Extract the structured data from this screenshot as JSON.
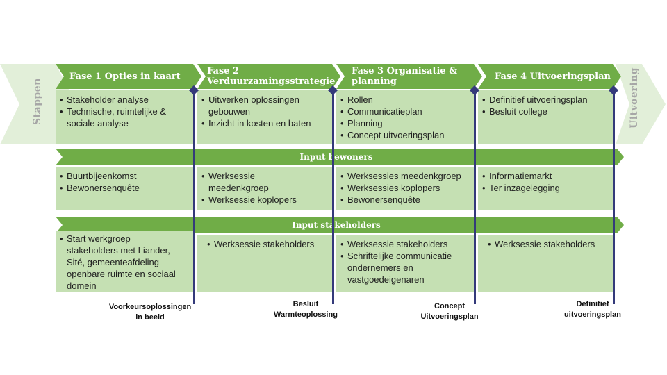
{
  "side_labels": {
    "left": "Stappen",
    "right": "Uitvoering"
  },
  "phases": [
    {
      "title": "Fase 1 Opties in kaart",
      "items": [
        "Stakeholder analyse",
        "Technische, ruimtelijke & sociale analyse"
      ]
    },
    {
      "title": "Fase 2\nVerduurzamingsstrategie",
      "items": [
        "Uitwerken oplossingen gebouwen",
        "Inzicht in kosten en baten"
      ]
    },
    {
      "title": "Fase 3 Organisatie &\nplanning",
      "items": [
        "Rollen",
        "Communicatieplan",
        "Planning",
        "Concept uitvoeringsplan"
      ]
    },
    {
      "title": "Fase 4 Uitvoeringsplan",
      "items": [
        "Definitief uitvoeringsplan",
        "Besluit college"
      ]
    }
  ],
  "bands": [
    {
      "title": "Input bewoners",
      "cells": [
        [
          "Buurtbijeenkomst",
          "Bewonersenquête"
        ],
        [
          "Werksessie meedenkgroep",
          "Werksessie koplopers"
        ],
        [
          "Werksessies meedenkgroep",
          "Werksessies koplopers",
          "Bewonersenquête"
        ],
        [
          "Informatiemarkt",
          "Ter inzagelegging"
        ]
      ]
    },
    {
      "title": "Input stakeholders",
      "cells": [
        [
          "Start werkgroep stakeholders met Liander, Sité, gemeenteafdeling openbare ruimte en sociaal domein"
        ],
        [
          "Werksessie stakeholders"
        ],
        [
          "Werksessie stakeholders",
          "Schriftelijke communicatie ondernemers en vastgoedeigenaren"
        ],
        [
          "Werksessie stakeholders"
        ]
      ]
    }
  ],
  "milestones": [
    "Voorkeursoplossingen\nin beeld",
    "Besluit\nWarmteoplossing",
    "Concept\nUitvoeringsplan",
    "Definitief\nuitvoeringsplan"
  ],
  "colors": {
    "phase_green": "#70ad47",
    "cell_green": "#c5e0b3",
    "chevron_light": "#e2efd9",
    "milestone_line": "#343a7a"
  }
}
